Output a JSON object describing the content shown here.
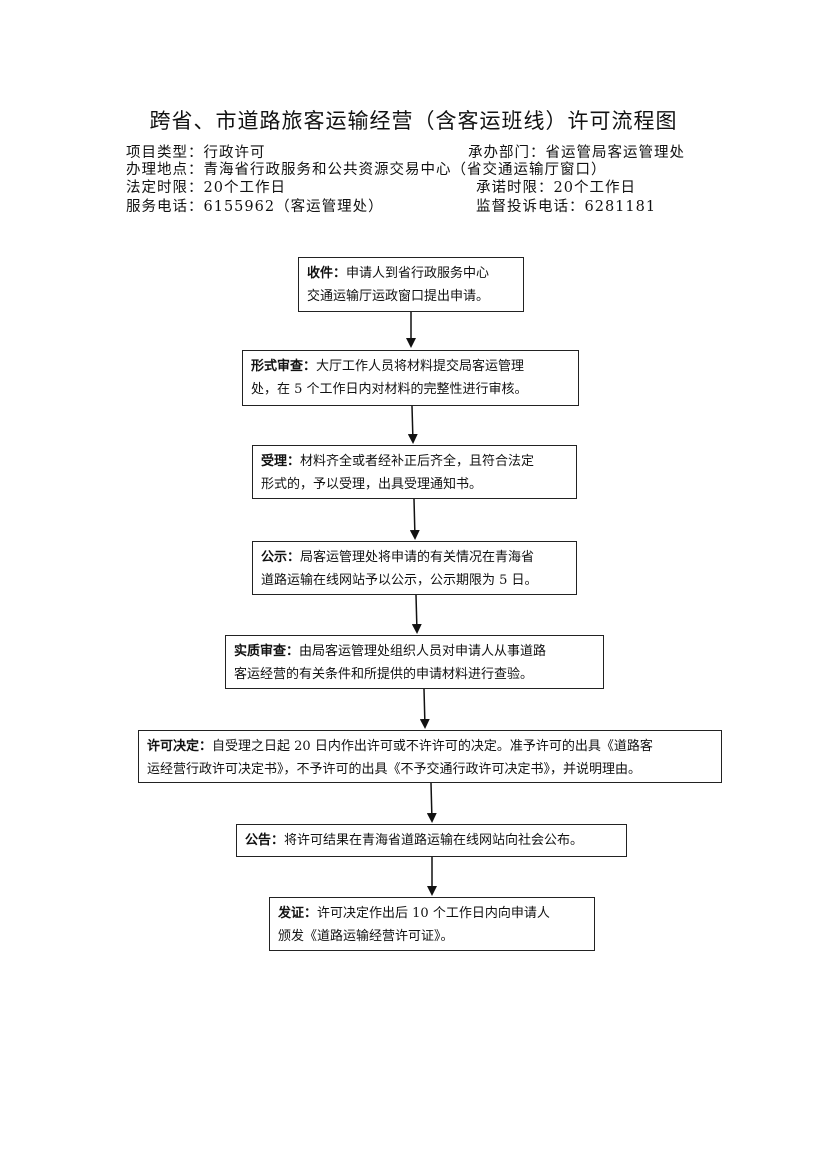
{
  "title": "跨省、市道路旅客运输经营（含客运班线）许可流程图",
  "info": {
    "project_type": "项目类型：行政许可",
    "department": "承办部门：省运管局客运管理处",
    "location": "办理地点：青海省行政服务和公共资源交易中心（省交通运输厅窗口）",
    "legal_limit": "法定时限：20个工作日",
    "promise_limit": "承诺时限：20个工作日",
    "service_phone": "服务电话：6155962（客运管理处）",
    "complaint_phone": "监督投诉电话：6281181"
  },
  "steps": [
    {
      "label": "收件：",
      "line1": "申请人到省行政服务中心",
      "line2": "交通运输厅运政窗口提出申请。"
    },
    {
      "label": "形式审查：",
      "line1": "大厅工作人员将材料提交局客运管理",
      "line2": "处，在 5 个工作日内对材料的完整性进行审核。"
    },
    {
      "label": "受理：",
      "line1": "材料齐全或者经补正后齐全，且符合法定",
      "line2": "形式的，予以受理，出具受理通知书。"
    },
    {
      "label": "公示：",
      "line1": "局客运管理处将申请的有关情况在青海省",
      "line2": "道路运输在线网站予以公示，公示期限为 5 日。"
    },
    {
      "label": "实质审查：",
      "line1": "由局客运管理处组织人员对申请人从事道路",
      "line2": "客运经营的有关条件和所提供的申请材料进行查验。"
    },
    {
      "label": "许可决定：",
      "line1": "自受理之日起 20 日内作出许可或不许许可的决定。准予许可的出具《道路客",
      "line2": "运经营行政许可决定书》，不予许可的出具《不予交通行政许可决定书》，并说明理由。"
    },
    {
      "label": "公告：",
      "line1": "将许可结果在青海省道路运输在线网站向社会公布。",
      "line2": ""
    },
    {
      "label": "发证：",
      "line1": "许可决定作出后  10  个工作日内向申请人",
      "line2": "颁发《道路运输经营许可证》。"
    }
  ]
}
